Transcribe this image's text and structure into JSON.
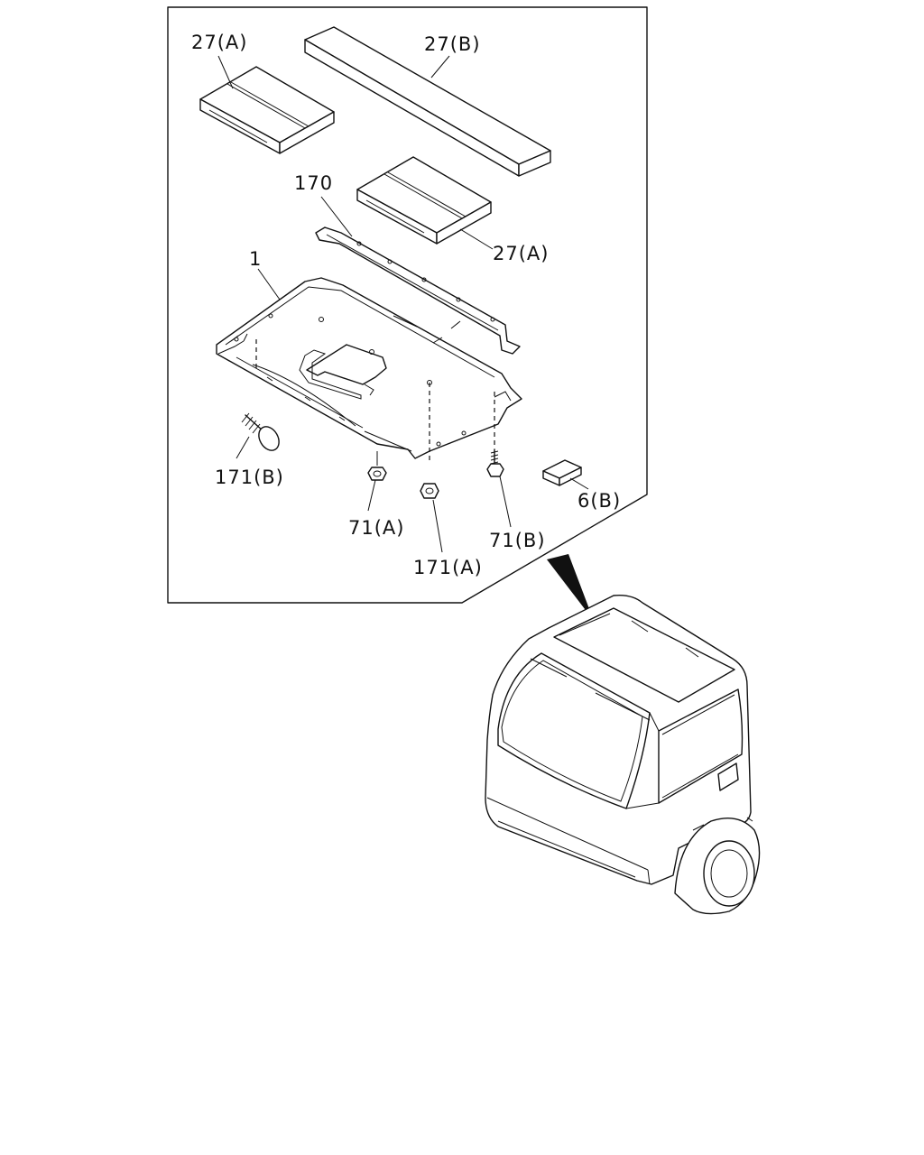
{
  "diagram": {
    "labels": {
      "pad_27a_top": "27(A)",
      "strip_27b": "27(B)",
      "part_170": "170",
      "pad_27a_mid": "27(A)",
      "part_1": "1",
      "clip_171b": "171(B)",
      "nut_71a": "71(A)",
      "clip_171a": "171(A)",
      "screw_71b": "71(B)",
      "block_6b": "6(B)"
    }
  }
}
